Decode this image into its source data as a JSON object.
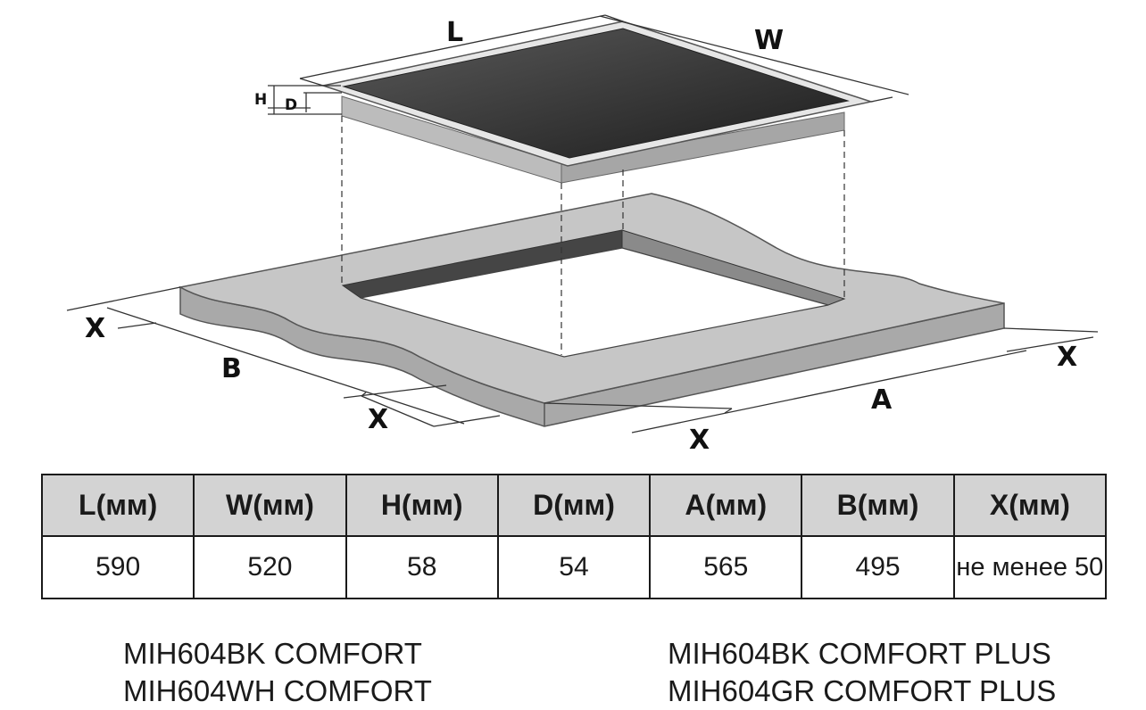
{
  "diagram": {
    "labels": {
      "L": "L",
      "W": "W",
      "H": "H",
      "D": "D",
      "A": "A",
      "B": "B",
      "X": "X"
    }
  },
  "spec_table": {
    "headers": [
      "L(мм)",
      "W(мм)",
      "H(мм)",
      "D(мм)",
      "A(мм)",
      "B(мм)",
      "X(мм)"
    ],
    "values": [
      "590",
      "520",
      "58",
      "54",
      "565",
      "495",
      "не менее 50"
    ]
  },
  "models": {
    "left": [
      "MIH604BK COMFORT",
      "MIH604WH COMFORT"
    ],
    "right": [
      "MIH604BK COMFORT PLUS",
      "MIH604GR COMFORT PLUS"
    ]
  },
  "colors": {
    "glass_top": "#404040",
    "glass_top_dark": "#1e1e1e",
    "frame": "#e6e6e6",
    "body": "#b8b8b8",
    "countertop": "#c6c6c6",
    "countertop_edge": "#a8a8a8",
    "cutout_wall": "#444444",
    "header_bg": "#d3d3d3"
  }
}
